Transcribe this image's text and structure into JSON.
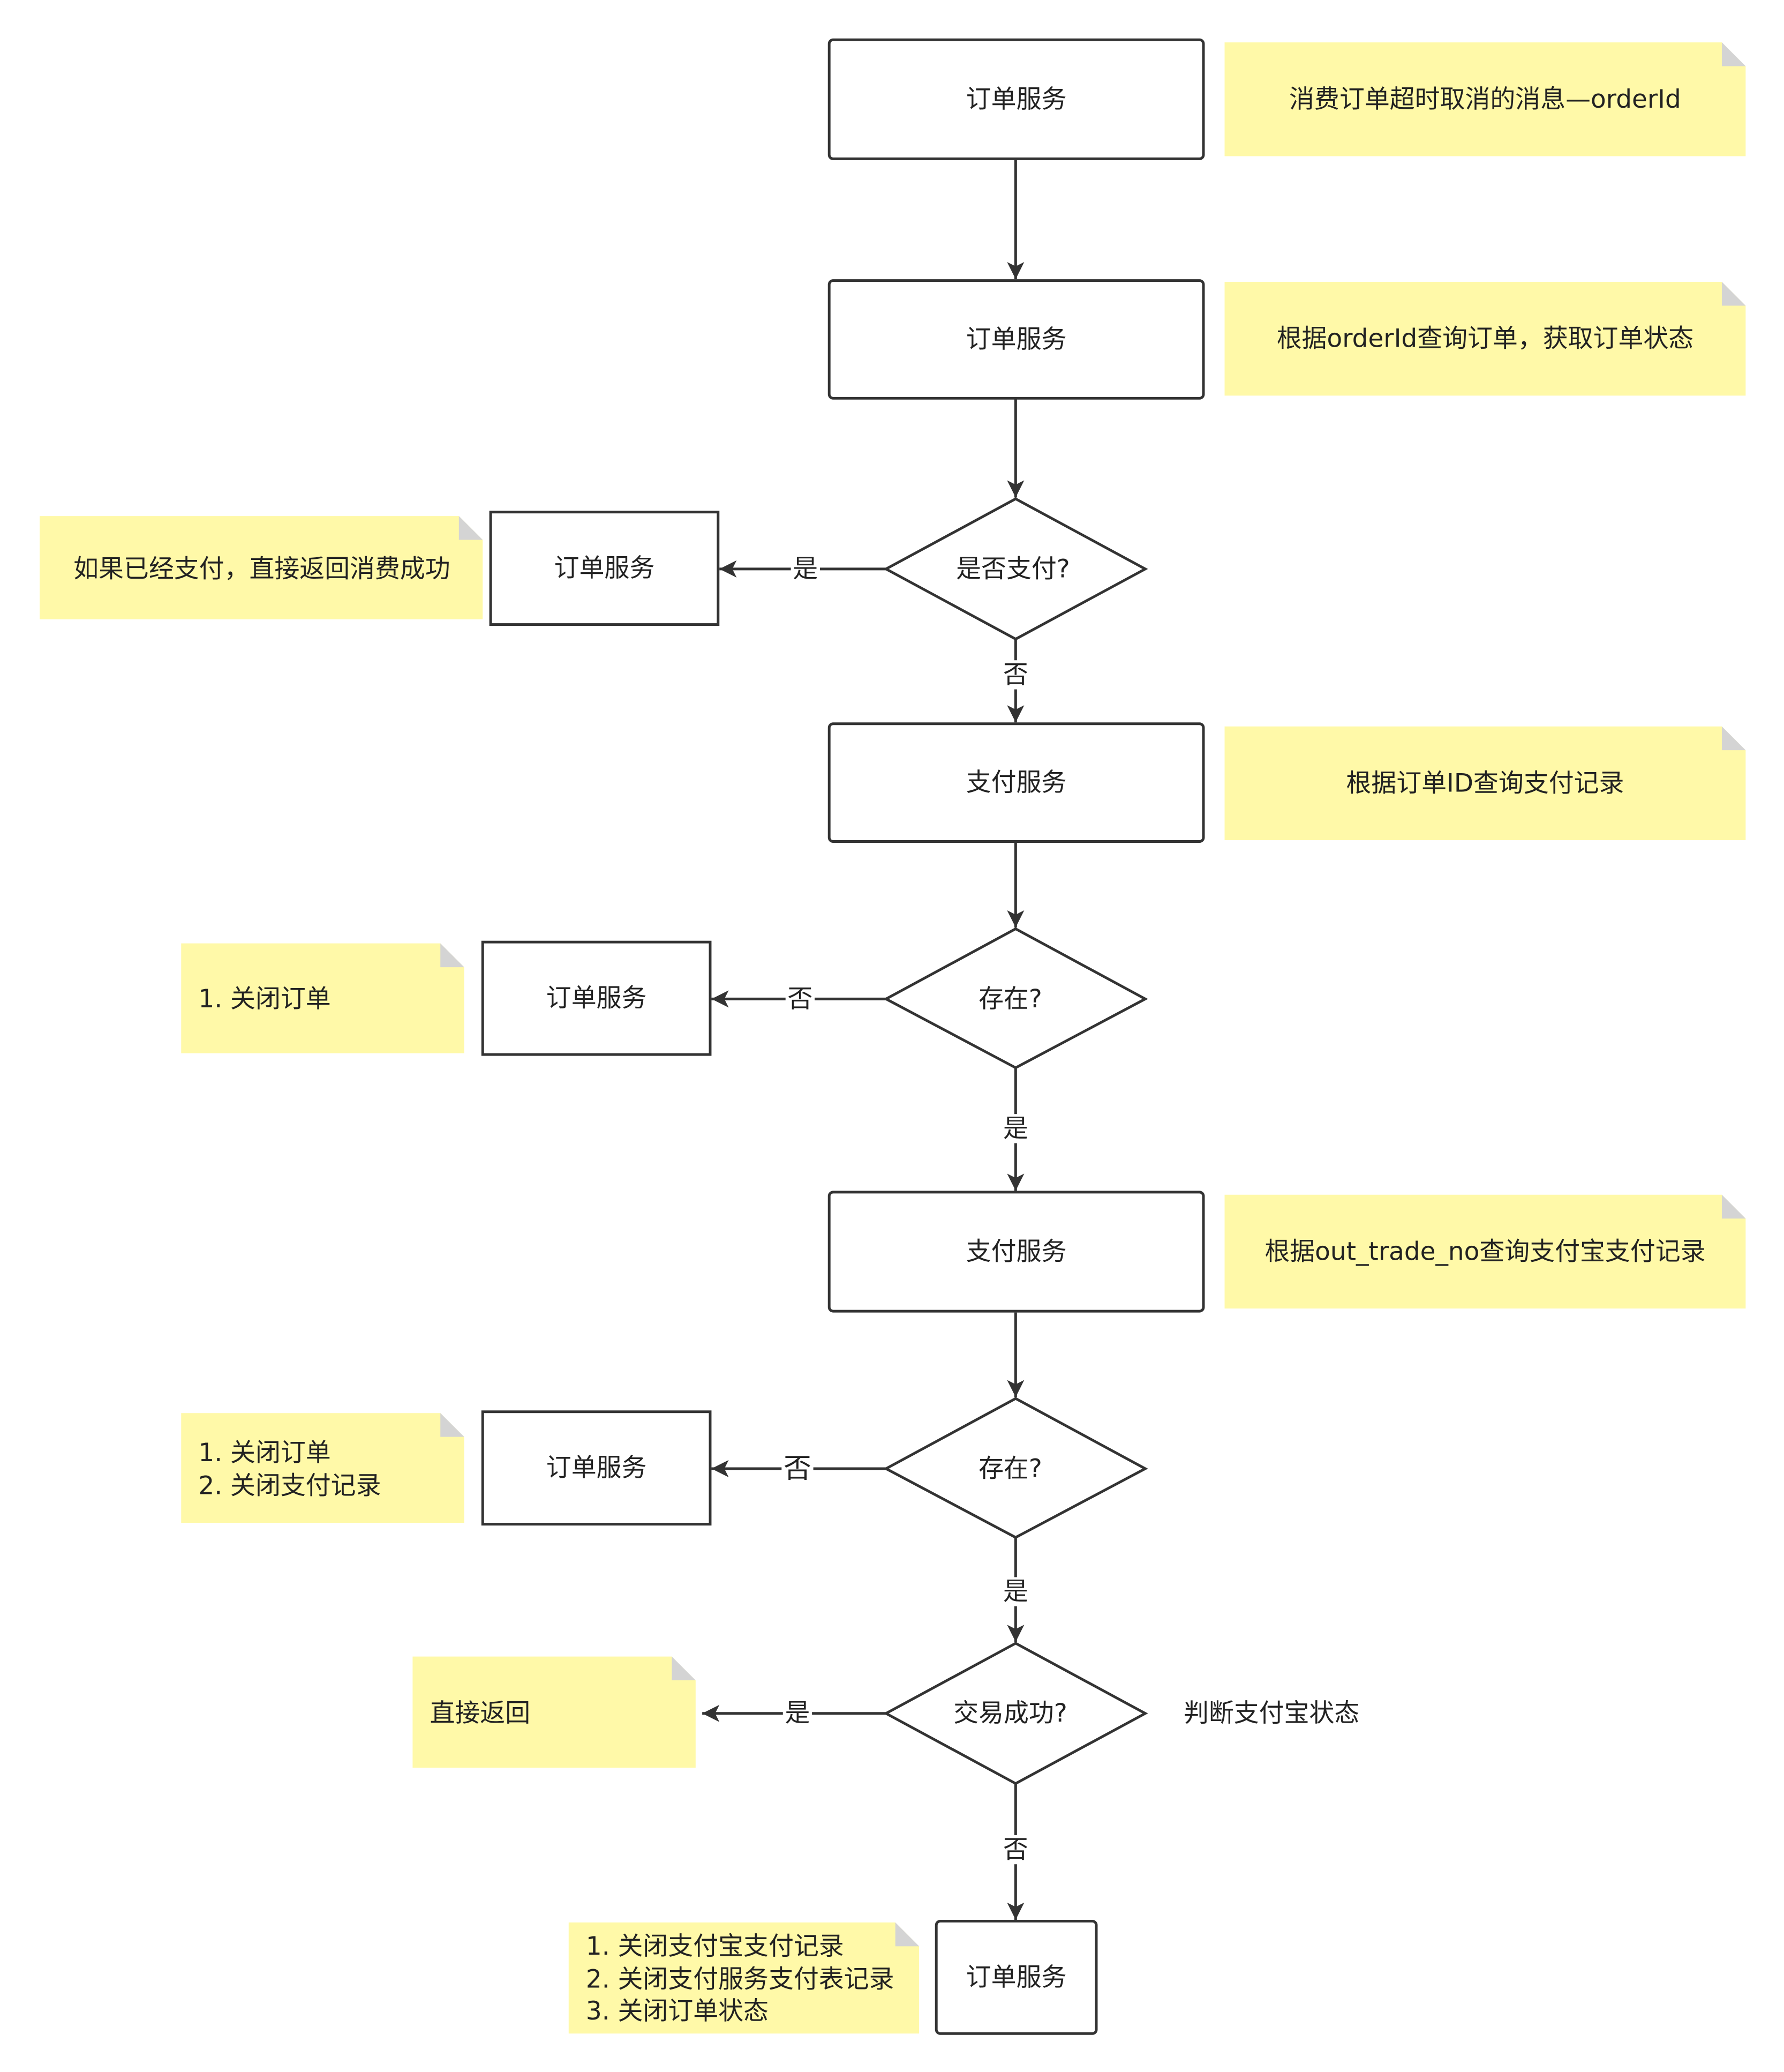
{
  "nodes": {
    "order_service_1": "订单服务",
    "order_service_2": "订单服务",
    "decision_paid": "是否支付?",
    "order_service_paid": "订单服务",
    "payment_service_1": "支付服务",
    "decision_exists_1": "存在?",
    "order_service_not_exists_1": "订单服务",
    "payment_service_2": "支付服务",
    "decision_exists_2": "存在?",
    "order_service_not_exists_2": "订单服务",
    "decision_trade_success": "交易成功?",
    "order_service_final": "订单服务"
  },
  "notes": {
    "consume_message": [
      "消费订单超时取消的消息—orderId"
    ],
    "query_order": [
      "根据orderId查询订单，获取订单状态"
    ],
    "already_paid": [
      "如果已经支付，直接返回消费成功"
    ],
    "query_payment_record": [
      "根据订单ID查询支付记录"
    ],
    "close_order_1": [
      "1. 关闭订单"
    ],
    "query_alipay_record": [
      "根据out_trade_no查询支付宝支付记录"
    ],
    "close_order_2": [
      "1. 关闭订单",
      "2. 关闭支付记录"
    ],
    "return_directly": [
      "直接返回"
    ],
    "close_all": [
      "1. 关闭支付宝支付记录",
      "2. 关闭支付服务支付表记录",
      "3. 关闭订单状态"
    ]
  },
  "edge_labels": {
    "paid_yes": "是",
    "paid_no": "否",
    "exists1_no": "否",
    "exists1_yes": "是",
    "exists2_no": "否",
    "exists2_yes": "是",
    "success_yes": "是",
    "success_no": "否"
  },
  "annotations": {
    "check_alipay_status": "判断支付宝状态"
  },
  "colors": {
    "stroke": "#333333",
    "note_fill": "#fff9a8",
    "note_fold": "#d4d4d4",
    "background": "#ffffff",
    "text": "#222222"
  }
}
